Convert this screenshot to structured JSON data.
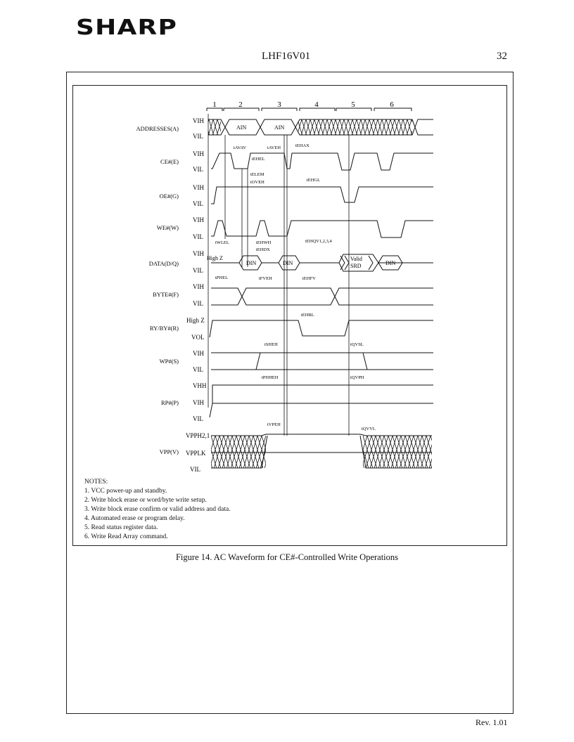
{
  "header": {
    "logo": "SHARP",
    "doc_id": "LHF16V01",
    "page": "32"
  },
  "figure": {
    "steps": [
      "1",
      "2",
      "3",
      "4",
      "5",
      "6"
    ],
    "signals": [
      {
        "name": "ADDRESSES(A)",
        "hi": "VIH",
        "lo": "VIL"
      },
      {
        "name": "CE#(E)",
        "hi": "VIH",
        "lo": "VIL"
      },
      {
        "name": "OE#(G)",
        "hi": "VIH",
        "lo": "VIL"
      },
      {
        "name": "WE#(W)",
        "hi": "VIH",
        "lo": "VIL"
      },
      {
        "name": "DATA(D/Q)",
        "hi": "VIH",
        "lo": "VIL"
      },
      {
        "name": "BYTE#(F)",
        "hi": "VIH",
        "lo": "VIL"
      },
      {
        "name": "RY/BY#(R)",
        "hi": "High Z",
        "lo": "VOL"
      },
      {
        "name": "WP#(S)",
        "hi": "VIH",
        "lo": "VIL"
      },
      {
        "name": "RP#(P)",
        "hi": "VHH",
        "mid": "VIH",
        "lo": "VIL"
      },
      {
        "name": "VPP(V)",
        "hi": "VPPH2,1",
        "mid": "VPPLK",
        "lo": "VIL"
      }
    ],
    "timing_labels": {
      "avav": "tAVAV",
      "aveh": "tAVEH",
      "ehax": "tEHAX",
      "ehel": "tEHEL",
      "elem": "tELEM",
      "oveh": "tOVEH",
      "ehgl": "tEHGL",
      "wlel": "tWLEL",
      "ehwh": "tEHWH",
      "ehdx": "tEHDX",
      "ehqv": "tEHQV1,2,3,4",
      "phel": "tPHEL",
      "fveh": "tFVEH",
      "ehfv": "tEHFV",
      "ehrl": "tEHRL",
      "sheh": "tSHEH",
      "qvsl": "tQVSL",
      "phheh": "tPHHEH",
      "qvph": "tQVPH",
      "vpeh": "tVPEH",
      "qvvl": "tQVVL"
    },
    "waveform_labels": {
      "ain": "AIN",
      "din": "DIN",
      "highz": "High Z",
      "valid": "Valid",
      "srd": "SRD"
    }
  },
  "notes": {
    "title": "NOTES:",
    "items": [
      "1. VCC power-up and standby.",
      "2. Write block erase or word/byte write setup.",
      "3. Write block erase confirm or valid address and data.",
      "4. Automated erase or program delay.",
      "5. Read status register data.",
      "6. Write Read Array command."
    ]
  },
  "caption": "Figure 14. AC Waveform for CE#-Controlled Write Operations",
  "footer": {
    "rev": "Rev. 1.01"
  }
}
